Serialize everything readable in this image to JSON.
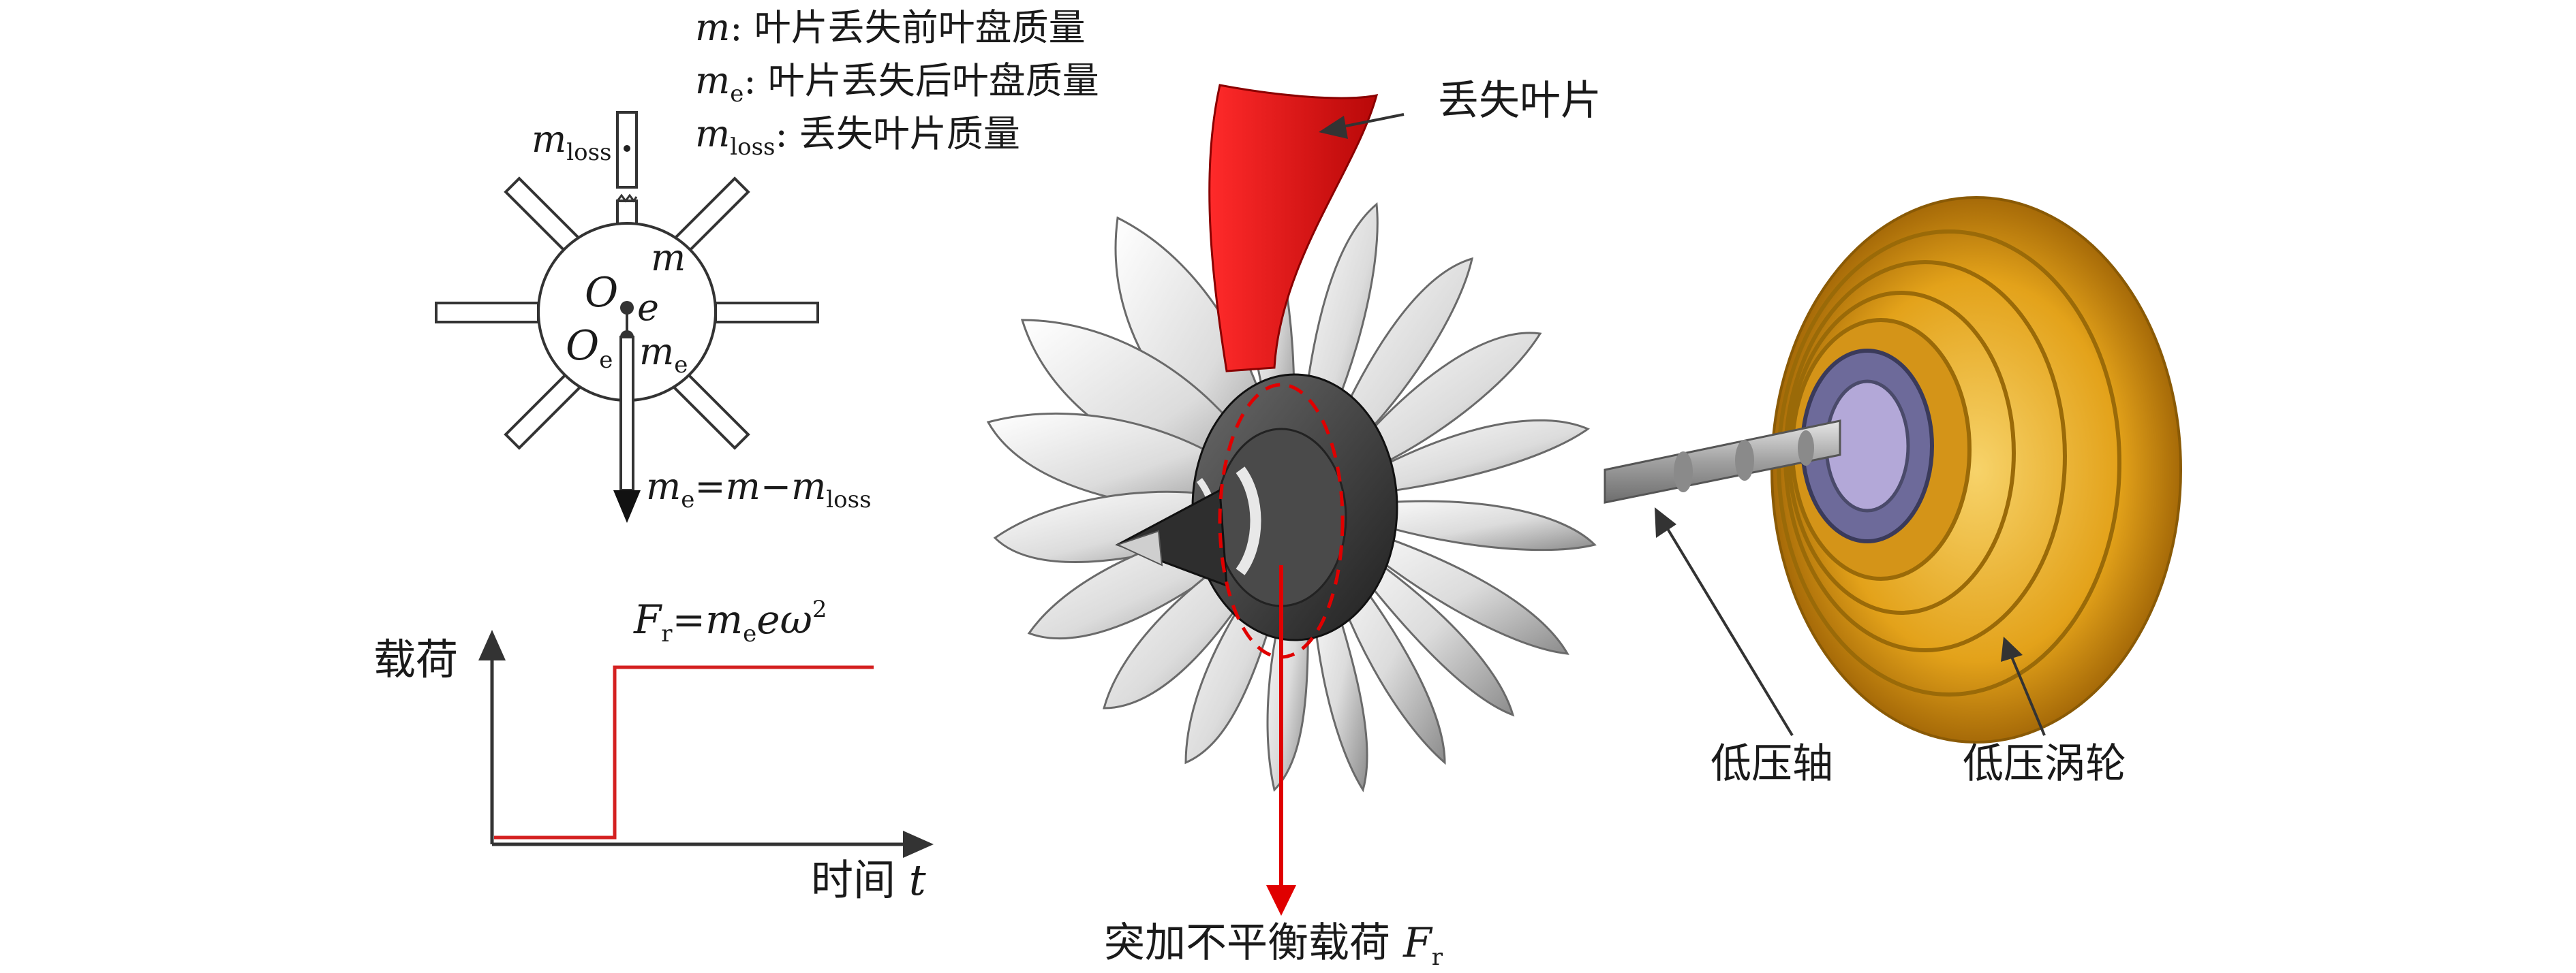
{
  "legend": {
    "m": {
      "symbol": "m",
      "text": ": 叶片丢失前叶盘质量"
    },
    "me": {
      "symbol": "m",
      "sub": "e",
      "text": ": 叶片丢失后叶盘质量"
    },
    "mloss": {
      "symbol": "m",
      "sub": "loss",
      "text": ": 丢失叶片质量"
    }
  },
  "disk_diagram": {
    "mloss": {
      "symbol": "m",
      "sub": "loss"
    },
    "m": "m",
    "O": "O",
    "e": "e",
    "Oe": {
      "symbol": "O",
      "sub": "e"
    },
    "me": {
      "symbol": "m",
      "sub": "e"
    },
    "force_eq": {
      "lhs": "m",
      "lhs_sub": "e",
      "eq": "=",
      "a": "m",
      "minus": "−",
      "b": "m",
      "b_sub": "loss"
    }
  },
  "load_chart": {
    "ylabel": "载荷",
    "xlabel": "时间",
    "xlabel_var": "t",
    "formula": {
      "F": "F",
      "F_sub": "r",
      "eq": "=",
      "m": "m",
      "m_sub": "e",
      "e": "e",
      "omega": "ω",
      "exp": "2"
    },
    "colors": {
      "step": "#d42020",
      "axis": "#333333"
    }
  },
  "rotor": {
    "lost_blade_label": "丢失叶片",
    "shaft_label": "低压轴",
    "turbine_label": "低压涡轮",
    "force_label": "突加不平衡载荷",
    "force_symbol": "F",
    "force_sub": "r",
    "colors": {
      "lost_blade": "#e41414",
      "blade": "#d9d9d9",
      "hub": "#3a3a3a",
      "turbine": "#e3a21a",
      "arrow": "#e00000"
    }
  }
}
